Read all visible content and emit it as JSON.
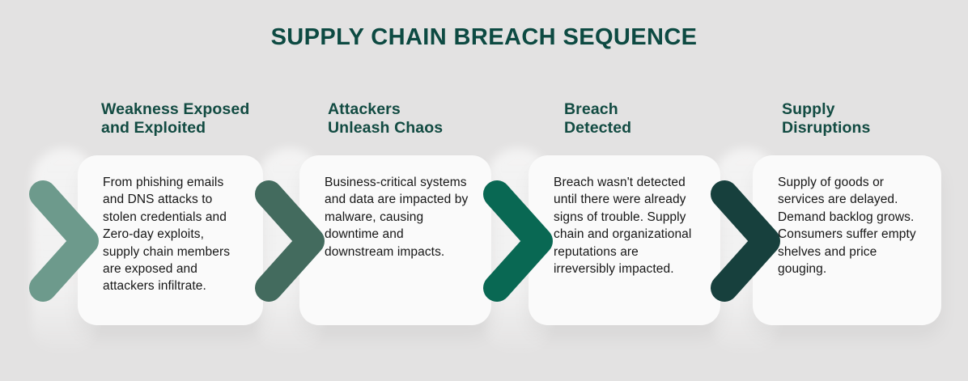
{
  "title": "SUPPLY CHAIN BREACH SEQUENCE",
  "colors": {
    "background": "#e3e2e2",
    "card": "#fafafa",
    "title_text": "#0d4a42",
    "heading_text": "#124b42",
    "body_text": "#161616"
  },
  "steps": [
    {
      "heading_line1": "Weakness Exposed",
      "heading_line2": "and Exploited",
      "body": "From phishing emails and DNS attacks to stolen credentials and Zero-day exploits, supply chain members are exposed and attackers infiltrate.",
      "chevron_color": "#6d9a8c"
    },
    {
      "heading_line1": "Attackers",
      "heading_line2": "Unleash Chaos",
      "body": "Business-critical systems and data are impacted by malware, causing downtime and downstream impacts.",
      "chevron_color": "#436b5e"
    },
    {
      "heading_line1": "Breach",
      "heading_line2": "Detected",
      "body": "Breach wasn't detected until there were already signs of trouble. Supply chain and organizational reputations are irreversibly impacted.",
      "chevron_color": "#096853"
    },
    {
      "heading_line1": "Supply",
      "heading_line2": "Disruptions",
      "body": "Supply of goods or services are delayed. Demand backlog grows. Consumers suffer empty shelves and price gouging.",
      "chevron_color": "#17403d"
    }
  ]
}
